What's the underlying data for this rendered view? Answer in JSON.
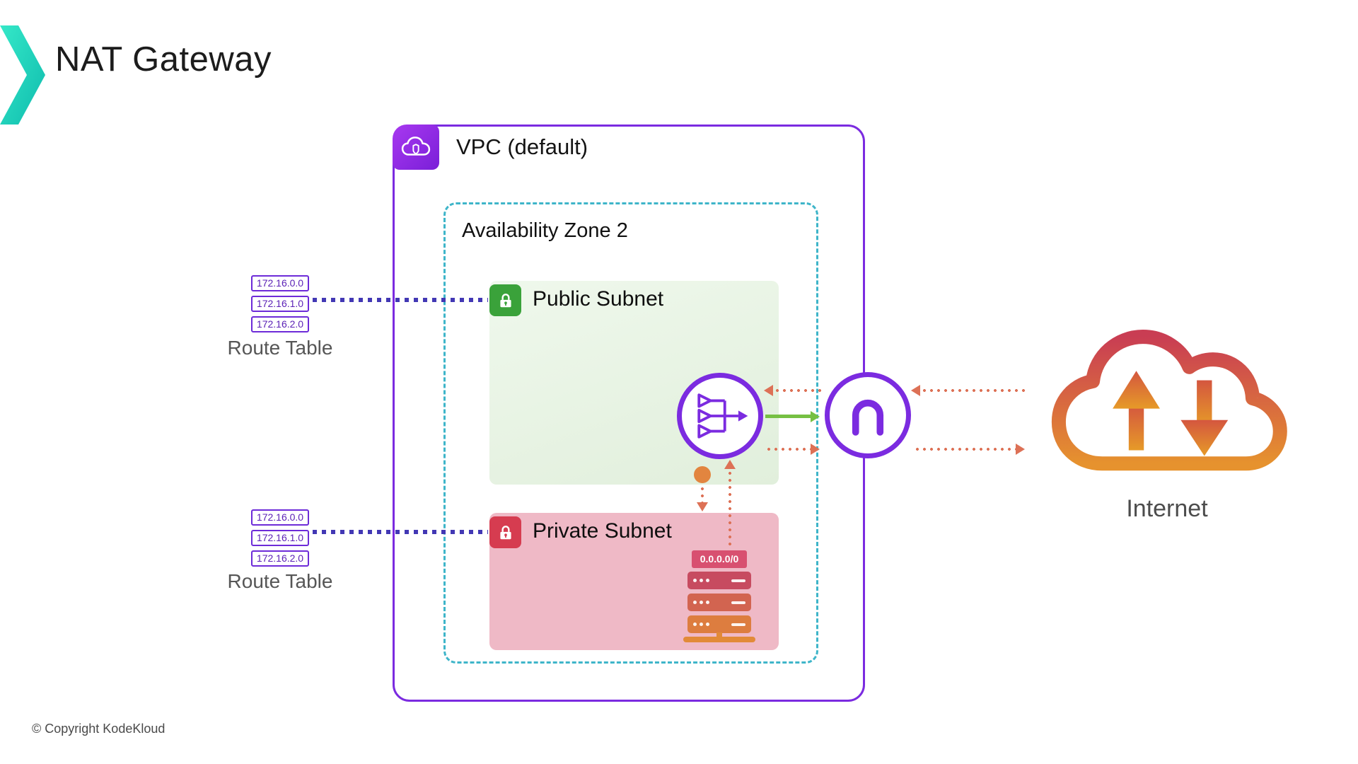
{
  "slide": {
    "title": "NAT Gateway",
    "copyright": "© Copyright KodeKloud"
  },
  "vpc": {
    "label": "VPC (default)"
  },
  "availability_zone": {
    "label": "Availability Zone 2"
  },
  "subnets": {
    "public": {
      "label": "Public Subnet"
    },
    "private": {
      "label": "Private Subnet",
      "route_destination": "0.0.0.0/0"
    }
  },
  "route_tables": {
    "public": {
      "label": "Route Table",
      "entries": [
        "172.16.0.0",
        "172.16.1.0",
        "172.16.2.0"
      ]
    },
    "private": {
      "label": "Route Table",
      "entries": [
        "172.16.0.0",
        "172.16.1.0",
        "172.16.2.0"
      ]
    }
  },
  "internet": {
    "label": "Internet"
  },
  "icons": {
    "title_marker": "teal-chevron",
    "vpc_badge": "cloud-with-shield",
    "public_subnet": "green-lock",
    "private_subnet": "red-lock",
    "router_node": "vpc-router",
    "internet_gateway_node": "gateway-arch",
    "internet": "cloud-with-up-down-arrows",
    "private_traffic": "orange-connector-dot",
    "server": "server-stack"
  },
  "colors": {
    "purple": "#7b2be0",
    "teal": "#3eb5c9",
    "green-accent": "#76c043",
    "public-green": "#3aa23a",
    "private-red": "#d63c50",
    "route-line": "#4238b4",
    "salmon": "#dd7156",
    "orange": "#e2853f",
    "cloud-top": "#c93d53",
    "cloud-bottom": "#e6922e"
  }
}
